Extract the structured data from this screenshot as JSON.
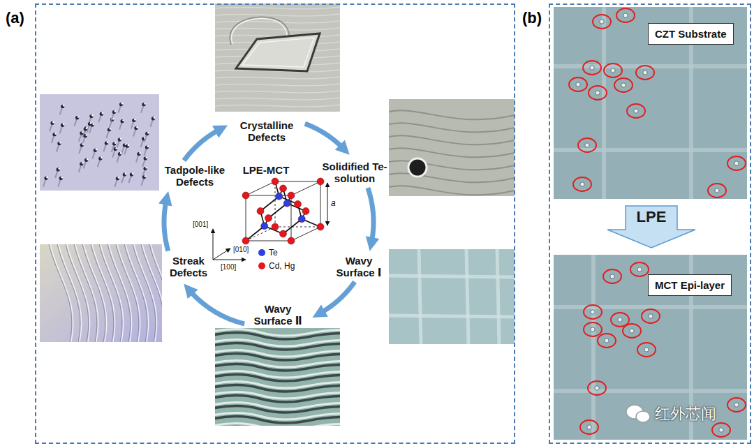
{
  "diagram": {
    "nodes": [
      {
        "text": [
          "(a)"
        ]
      },
      {
        "text": [
          "LPE-MCT"
        ],
        "in": 0
      },
      {
        "text": [
          "Crystalline Defects"
        ],
        "in": 0
      },
      {
        "text": [
          "Solidified Te-solution"
        ],
        "in": 0
      },
      {
        "text": [
          "Wavy Surface Ⅰ"
        ],
        "in": 0
      },
      {
        "text": [
          "Wavy Surface Ⅱ"
        ],
        "in": 0
      },
      {
        "text": [
          "Streak Defects"
        ],
        "in": 0
      },
      {
        "text": [
          "Tadpole-like Defects"
        ],
        "in": 0
      },
      {
        "text": [
          "(b)"
        ]
      },
      {
        "text": [
          "CZT Substrate"
        ],
        "in": 8
      },
      {
        "text": [
          "LPE"
        ],
        "in": 8
      },
      {
        "text": [
          "MCT Epi-layer"
        ],
        "in": 8
      }
    ],
    "edges": [
      {
        "from": 2,
        "to": 3,
        "arrow": "to"
      },
      {
        "from": 3,
        "to": 4,
        "arrow": "to"
      },
      {
        "from": 4,
        "to": 5,
        "arrow": "to"
      },
      {
        "from": 5,
        "to": 6,
        "arrow": "to"
      },
      {
        "from": 6,
        "to": 7,
        "arrow": "to"
      },
      {
        "from": 7,
        "to": 2,
        "arrow": "to"
      }
    ],
    "labels": [
      "a",
      "[001]",
      "[010]",
      "[100]",
      "红外芯闻"
    ],
    "legend": [
      {
        "text": "Te",
        "color": "#2a3fe6"
      },
      {
        "text": "Cd, Hg",
        "color": "#e8161c"
      }
    ]
  }
}
